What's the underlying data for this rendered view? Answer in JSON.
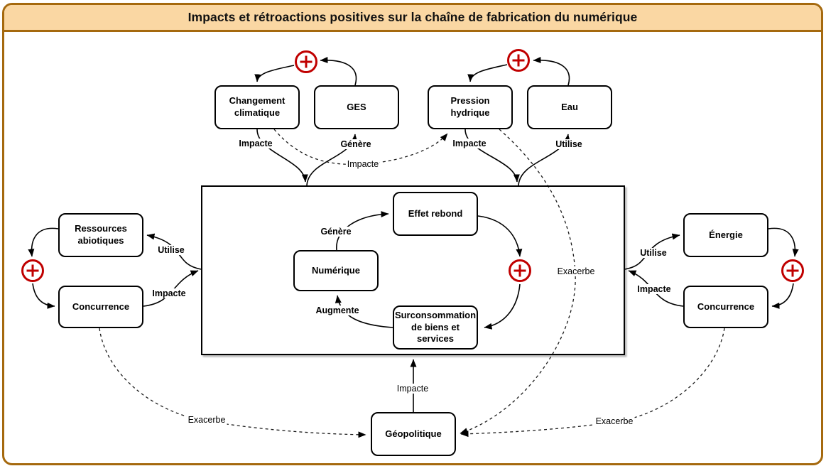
{
  "title": "Impacts et rétroactions positives sur la chaîne de fabrication du numérique",
  "colors": {
    "frame_border": "#A5690E",
    "title_background": "#FAD7A3",
    "feedback_plus_red": "#C00000",
    "box_border": "#000000",
    "box_fill": "#FFFFFF"
  },
  "nodes": {
    "changement_climatique": {
      "label": "Changement climatique"
    },
    "ges": {
      "label": "GES"
    },
    "pression_hydrique": {
      "label": "Pression hydrique"
    },
    "eau": {
      "label": "Eau"
    },
    "ressources_abiotiques": {
      "label": "Ressources abiotiques"
    },
    "concurrence_gauche": {
      "label": "Concurrence"
    },
    "energie": {
      "label": "Énergie"
    },
    "concurrence_droite": {
      "label": "Concurrence"
    },
    "effet_rebond": {
      "label": "Effet rebond"
    },
    "numerique": {
      "label": "Numérique"
    },
    "surconsommation": {
      "label": "Surconsommation de biens et services"
    },
    "geopolitique": {
      "label": "Géopolitique"
    }
  },
  "feedback_icons": {
    "plus_climat": "+",
    "plus_eau": "+",
    "plus_ressources": "+",
    "plus_energie": "+",
    "plus_central": "+"
  },
  "edges": {
    "ges_vers_plus": {
      "from": "GES",
      "to": "plus_climat",
      "style": "solid",
      "label": ""
    },
    "plus_vers_changement": {
      "from": "plus_climat",
      "to": "Changement climatique",
      "style": "solid",
      "label": ""
    },
    "changement_vers_chaine": {
      "from": "Changement climatique",
      "to": "chaine_numerique",
      "style": "solid",
      "label": "Impacte"
    },
    "chaine_vers_ges": {
      "from": "chaine_numerique",
      "to": "GES",
      "style": "solid",
      "label": "Génère"
    },
    "eau_vers_plus": {
      "from": "Eau",
      "to": "plus_eau",
      "style": "solid",
      "label": ""
    },
    "plus_vers_pression": {
      "from": "plus_eau",
      "to": "Pression hydrique",
      "style": "solid",
      "label": ""
    },
    "pression_vers_chaine": {
      "from": "Pression hydrique",
      "to": "chaine_numerique",
      "style": "solid",
      "label": "Impacte"
    },
    "chaine_vers_eau": {
      "from": "chaine_numerique",
      "to": "Eau",
      "style": "solid",
      "label": "Utilise"
    },
    "ressources_vers_plus": {
      "from": "Ressources abiotiques",
      "to": "plus_ressources",
      "style": "solid",
      "label": ""
    },
    "plus_vers_concurrence_g": {
      "from": "plus_ressources",
      "to": "Concurrence (gauche)",
      "style": "solid",
      "label": ""
    },
    "chaine_vers_ressources": {
      "from": "chaine_numerique",
      "to": "Ressources abiotiques",
      "style": "solid",
      "label": "Utilise"
    },
    "concurrence_g_vers_chaine": {
      "from": "Concurrence (gauche)",
      "to": "chaine_numerique",
      "style": "solid",
      "label": "Impacte"
    },
    "energie_vers_plus": {
      "from": "Énergie",
      "to": "plus_energie",
      "style": "solid",
      "label": ""
    },
    "plus_vers_concurrence_d": {
      "from": "plus_energie",
      "to": "Concurrence (droite)",
      "style": "solid",
      "label": ""
    },
    "chaine_vers_energie": {
      "from": "chaine_numerique",
      "to": "Énergie",
      "style": "solid",
      "label": "Utilise"
    },
    "concurrence_d_vers_chaine": {
      "from": "Concurrence (droite)",
      "to": "chaine_numerique",
      "style": "solid",
      "label": "Impacte"
    },
    "numerique_vers_effet_rebond": {
      "from": "Numérique",
      "to": "Effet rebond",
      "style": "solid",
      "label": "Génère"
    },
    "effet_rebond_vers_plus": {
      "from": "Effet rebond",
      "to": "plus_central",
      "style": "solid",
      "label": ""
    },
    "plus_vers_surconsommation": {
      "from": "plus_central",
      "to": "Surconsommation de biens et services",
      "style": "solid",
      "label": ""
    },
    "surconsommation_vers_numerique": {
      "from": "Surconsommation de biens et services",
      "to": "Numérique",
      "style": "solid",
      "label": "Augmente"
    },
    "geopolitique_vers_chaine": {
      "from": "Géopolitique",
      "to": "chaine_numerique",
      "style": "solid",
      "label": "Impacte"
    },
    "changement_vers_pression": {
      "from": "Changement climatique",
      "to": "Pression hydrique",
      "style": "dashed",
      "label": "Impacte"
    },
    "pression_vers_geopolitique": {
      "from": "Pression hydrique",
      "to": "Géopolitique",
      "style": "dashed",
      "label": "Exacerbe"
    },
    "concurrence_g_vers_geopolitique": {
      "from": "Concurrence (gauche)",
      "to": "Géopolitique",
      "style": "dashed",
      "label": "Exacerbe"
    },
    "concurrence_d_vers_geopolitique": {
      "from": "Concurrence (droite)",
      "to": "Géopolitique",
      "style": "dashed",
      "label": "Exacerbe"
    }
  }
}
